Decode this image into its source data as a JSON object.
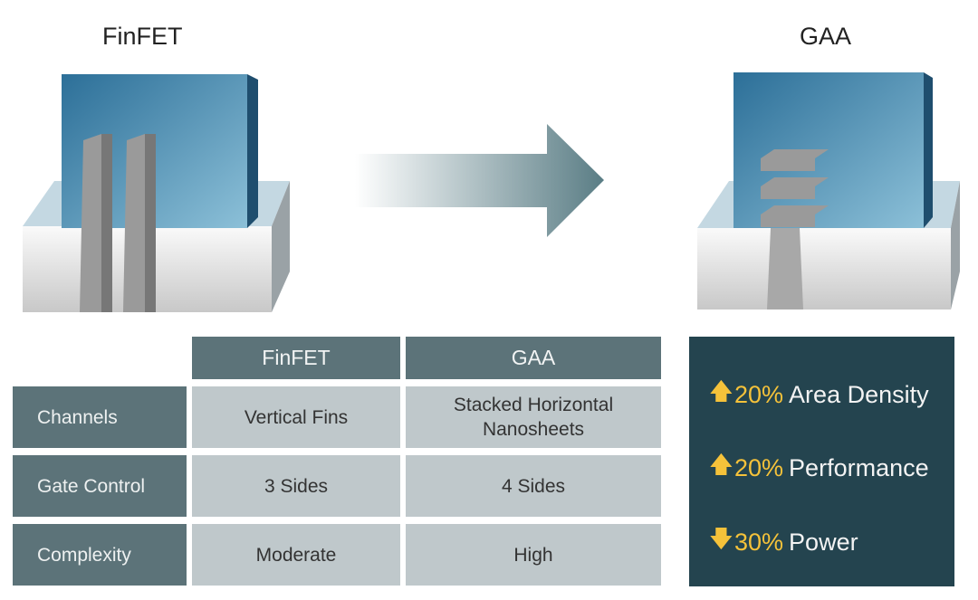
{
  "titles": {
    "left": "FinFET",
    "right": "GAA"
  },
  "table": {
    "headers": [
      "FinFET",
      "GAA"
    ],
    "rows": [
      {
        "label": "Channels",
        "finfet": "Vertical Fins",
        "gaa": "Stacked Horizontal Nanosheets"
      },
      {
        "label": "Gate Control",
        "finfet": "3 Sides",
        "gaa": "4 Sides"
      },
      {
        "label": "Complexity",
        "finfet": "Moderate",
        "gaa": "High"
      }
    ]
  },
  "benefits": [
    {
      "icon": "arrow-up-icon",
      "value": "20%",
      "label": "Area Density"
    },
    {
      "icon": "arrow-up-icon",
      "value": "20%",
      "label": "Performance"
    },
    {
      "icon": "arrow-down-icon",
      "value": "30%",
      "label": "Power"
    }
  ],
  "colors": {
    "header": "#5c7379",
    "cell": "#bfc8cb",
    "panel": "#24444f",
    "accent": "#f5c23a"
  }
}
